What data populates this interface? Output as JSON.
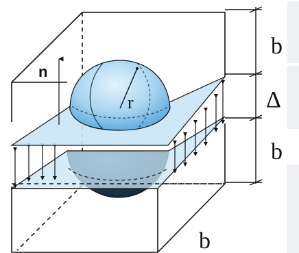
{
  "labels": {
    "normal": "n",
    "radius": "r",
    "dim_top": "b",
    "dim_gap": "Δ",
    "dim_bottom": "b",
    "dim_depth": "b"
  },
  "colors": {
    "plane_fill": "#c9e6f7",
    "plane_stroke": "#1a1a1a",
    "sphere_light": "#b9def4",
    "sphere_mid": "#7fc0e8",
    "sphere_dark": "#284a66",
    "panel_bg": "#eef0f3"
  }
}
